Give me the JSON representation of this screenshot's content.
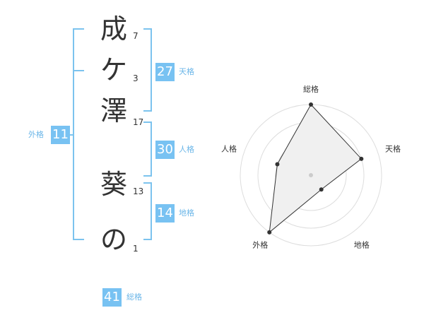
{
  "name_chars": [
    {
      "char": "成",
      "strokes": "7"
    },
    {
      "char": "ケ",
      "strokes": "3"
    },
    {
      "char": "澤",
      "strokes": "17"
    },
    {
      "char": "葵",
      "strokes": "13"
    },
    {
      "char": "の",
      "strokes": "1"
    }
  ],
  "grades": {
    "tenkaku": {
      "value": "27",
      "label": "天格"
    },
    "jinkaku": {
      "value": "30",
      "label": "人格"
    },
    "chikaku": {
      "value": "14",
      "label": "地格"
    },
    "gaikaku": {
      "value": "11",
      "label": "外格"
    },
    "soukaku": {
      "value": "41",
      "label": "総格"
    }
  },
  "accent_color": "#78c2f2",
  "chart_data": {
    "type": "radar",
    "axes": [
      "総格",
      "天格",
      "地格",
      "外格",
      "人格"
    ],
    "values": [
      4,
      3,
      1,
      4,
      2
    ],
    "max": 4,
    "rings": 4,
    "fill_color": "#f0f0f0",
    "stroke_color": "#333333"
  }
}
